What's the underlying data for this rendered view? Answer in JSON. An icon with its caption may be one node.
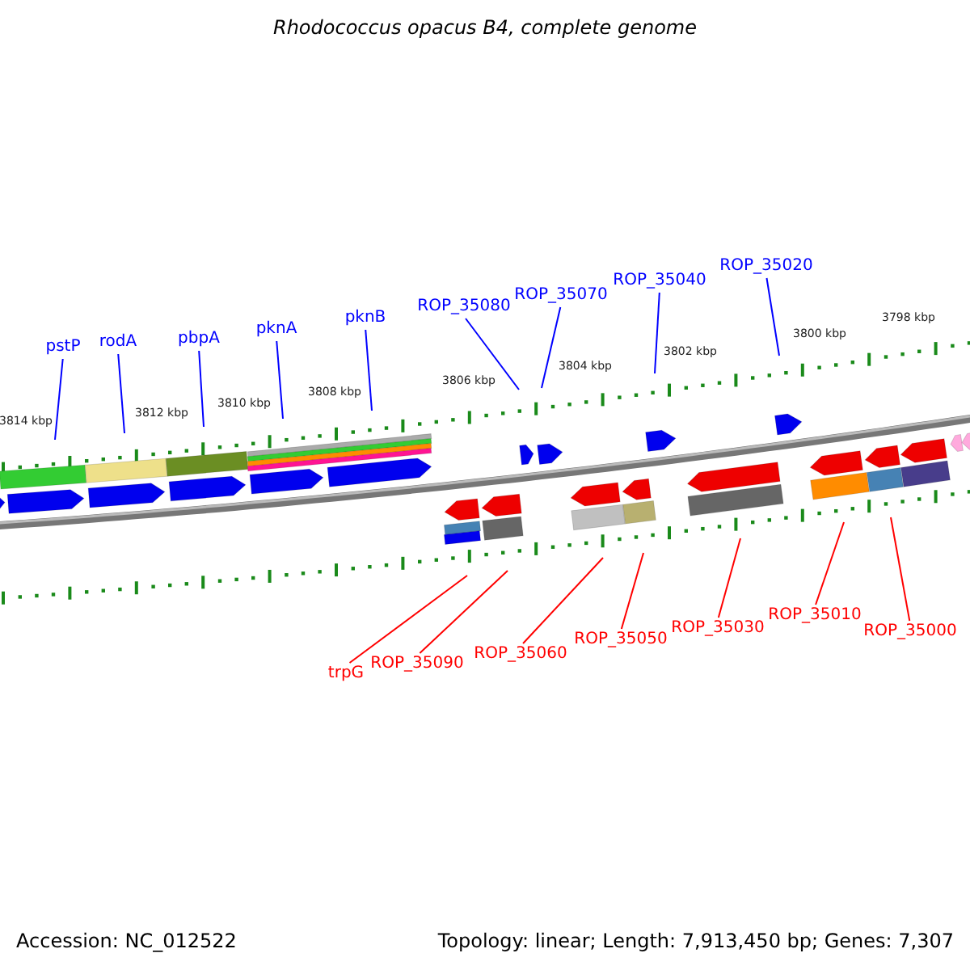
{
  "diagram": {
    "title": "Rhodococcus opacus B4, complete genome",
    "nodes": [
      {
        "text": [
          "pstP"
        ]
      },
      {
        "text": [
          "rodA"
        ]
      },
      {
        "text": [
          "pbpA"
        ]
      },
      {
        "text": [
          "pknA"
        ]
      },
      {
        "text": [
          "pknB"
        ]
      },
      {
        "text": [
          "ROP_35080"
        ]
      },
      {
        "text": [
          "ROP_35070"
        ]
      },
      {
        "text": [
          "ROP_35040"
        ]
      },
      {
        "text": [
          "ROP_35020"
        ]
      },
      {
        "text": [
          "trpG"
        ]
      },
      {
        "text": [
          "ROP_35090"
        ]
      },
      {
        "text": [
          "ROP_35060"
        ]
      },
      {
        "text": [
          "ROP_35050"
        ]
      },
      {
        "text": [
          "ROP_35030"
        ]
      },
      {
        "text": [
          "ROP_35010"
        ]
      },
      {
        "text": [
          "ROP_35000"
        ]
      }
    ],
    "edges": [
      {
        "from": 0,
        "to": null,
        "arrow": "none"
      },
      {
        "from": 1,
        "to": null,
        "arrow": "none"
      },
      {
        "from": 2,
        "to": null,
        "arrow": "none"
      },
      {
        "from": 3,
        "to": null,
        "arrow": "none"
      },
      {
        "from": 4,
        "to": null,
        "arrow": "none"
      },
      {
        "from": 5,
        "to": null,
        "arrow": "none"
      },
      {
        "from": 6,
        "to": null,
        "arrow": "none"
      },
      {
        "from": 7,
        "to": null,
        "arrow": "none"
      },
      {
        "from": 8,
        "to": null,
        "arrow": "none"
      },
      {
        "from": 9,
        "to": null,
        "arrow": "none",
        "color": "#ff0000"
      },
      {
        "from": 10,
        "to": null,
        "arrow": "none",
        "color": "#ff0000"
      },
      {
        "from": 11,
        "to": null,
        "arrow": "none",
        "color": "#ff0000"
      },
      {
        "from": 12,
        "to": null,
        "arrow": "none",
        "color": "#ff0000"
      },
      {
        "from": 13,
        "to": null,
        "arrow": "none",
        "color": "#ff0000"
      },
      {
        "from": 14,
        "to": null,
        "arrow": "none",
        "color": "#ff0000"
      },
      {
        "from": 15,
        "to": null,
        "arrow": "none",
        "color": "#ff0000"
      }
    ],
    "labels": [
      "3798 kbp",
      "3800 kbp",
      "3802 kbp",
      "3804 kbp",
      "3806 kbp",
      "3808 kbp",
      "3810 kbp",
      "3812 kbp",
      "3814 kbp",
      "Accession: NC_012522",
      "Topology: linear; Length: 7,913,450 bp; Genes: 7,307"
    ]
  }
}
